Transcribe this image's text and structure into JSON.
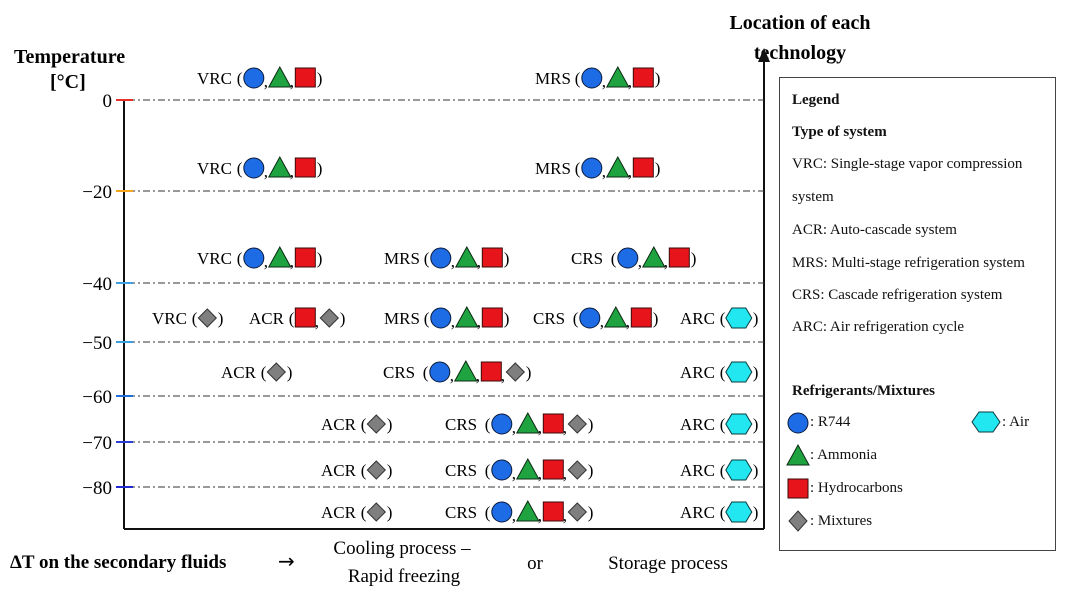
{
  "header": {
    "temperature_label": "Temperature",
    "temperature_unit": "[°C]",
    "location_line1": "Location of each",
    "location_line2": "technology"
  },
  "y_ticks": [
    {
      "label": "0",
      "color": "#e8302a"
    },
    {
      "label": "−20",
      "color": "#f6a51c"
    },
    {
      "label": "−40",
      "color": "#3aa0e0"
    },
    {
      "label": "−50",
      "color": "#3a9ee0"
    },
    {
      "label": "−60",
      "color": "#1e6fdc"
    },
    {
      "label": "−70",
      "color": "#2b3fd8"
    },
    {
      "label": "−80",
      "color": "#1f2bd0"
    }
  ],
  "x_axis": {
    "delta_label": "ΔT on the secondary fluids",
    "arrow": "→",
    "cooling_line1": "Cooling process –",
    "cooling_line2": "Rapid freezing",
    "or": "or",
    "storage": "Storage process"
  },
  "entries": [
    {
      "label": "VRC",
      "symbols": [
        "circle",
        "triangle",
        "square"
      ]
    },
    {
      "label": "MRS",
      "symbols": [
        "circle",
        "triangle",
        "square"
      ]
    },
    {
      "label": "VRC",
      "symbols": [
        "circle",
        "triangle",
        "square"
      ]
    },
    {
      "label": "MRS",
      "symbols": [
        "circle",
        "triangle",
        "square"
      ]
    },
    {
      "label": "VRC",
      "symbols": [
        "circle",
        "triangle",
        "square"
      ]
    },
    {
      "label": "MRS",
      "symbols": [
        "circle",
        "triangle",
        "square"
      ]
    },
    {
      "label": "CRS",
      "symbols": [
        "circle",
        "triangle",
        "square"
      ]
    },
    {
      "label": "VRC",
      "symbols": [
        "diamond"
      ]
    },
    {
      "label": "ACR",
      "symbols": [
        "square",
        "diamond"
      ]
    },
    {
      "label": "MRS",
      "symbols": [
        "circle",
        "triangle",
        "square"
      ]
    },
    {
      "label": "CRS",
      "symbols": [
        "circle",
        "triangle",
        "square"
      ]
    },
    {
      "label": "ARC",
      "symbols": [
        "hexagon"
      ]
    },
    {
      "label": "ACR",
      "symbols": [
        "diamond"
      ]
    },
    {
      "label": "CRS",
      "symbols": [
        "circle",
        "triangle",
        "square",
        "diamond"
      ]
    },
    {
      "label": "ARC",
      "symbols": [
        "hexagon"
      ]
    },
    {
      "label": "ACR",
      "symbols": [
        "diamond"
      ]
    },
    {
      "label": "CRS",
      "symbols": [
        "circle",
        "triangle",
        "square",
        "diamond"
      ]
    },
    {
      "label": "ARC",
      "symbols": [
        "hexagon"
      ]
    },
    {
      "label": "ACR",
      "symbols": [
        "diamond"
      ]
    },
    {
      "label": "CRS",
      "symbols": [
        "circle",
        "triangle",
        "square",
        "diamond"
      ]
    },
    {
      "label": "ARC",
      "symbols": [
        "hexagon"
      ]
    },
    {
      "label": "ACR",
      "symbols": [
        "diamond"
      ]
    },
    {
      "label": "CRS",
      "symbols": [
        "circle",
        "triangle",
        "square",
        "diamond"
      ]
    },
    {
      "label": "ARC",
      "symbols": [
        "hexagon"
      ]
    }
  ],
  "legend": {
    "title": "Legend",
    "type_heading": "Type of system",
    "vrc_line1": "VRC:  Single-stage vapor compression",
    "vrc_line2": "system",
    "acr": "ACR: Auto-cascade system",
    "mrs": "MRS: Multi-stage refrigeration system",
    "crs": "CRS: Cascade refrigeration system",
    "arc": "ARC: Air refrigeration cycle",
    "refrigerants_heading": "Refrigerants/Mixtures",
    "r744": ": R744",
    "air": ": Air",
    "ammonia": ": Ammonia",
    "hydrocarbons": ": Hydrocarbons",
    "mixtures": ": Mixtures"
  },
  "colors": {
    "circle": "#1e6be6",
    "triangle": "#1fa340",
    "square": "#e8141c",
    "diamond": "#7f7f7f",
    "hexagon": "#22e6f0",
    "axis": "#111111",
    "gridline": "#333333"
  }
}
